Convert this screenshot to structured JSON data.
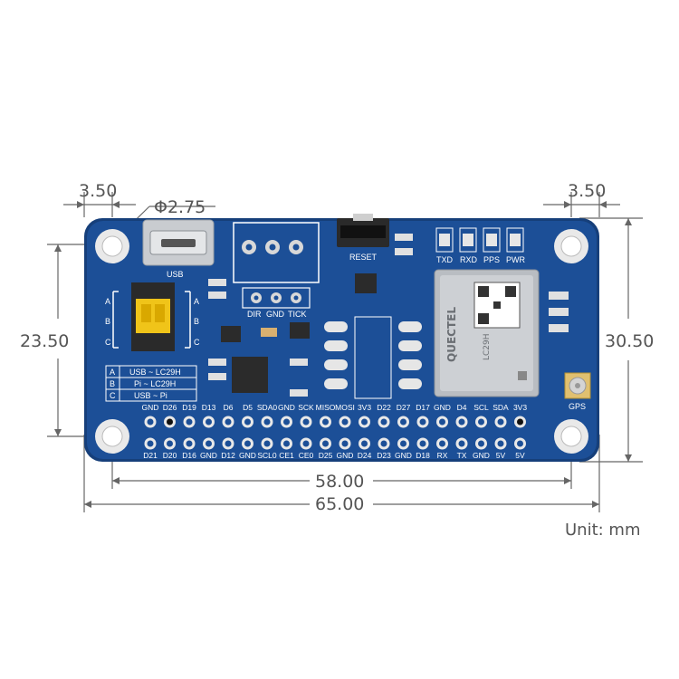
{
  "dimensions": {
    "top_left_offset": "3.50",
    "top_right_offset": "3.50",
    "hole_diameter": "Φ2.75",
    "left_height": "23.50",
    "right_height": "30.50",
    "inner_width": "58.00",
    "outer_width": "65.00"
  },
  "unit_label": "Unit: mm",
  "board": {
    "usb_label": "USB",
    "reset_label": "RESET",
    "header_labels": [
      "DIR",
      "GND",
      "TICK"
    ],
    "leds": [
      "TXD",
      "RXD",
      "PPS",
      "PWR"
    ],
    "gps_label": "GPS",
    "module_brand": "QUECTEL",
    "module_model": "LC29H",
    "switch_positions": [
      "A",
      "B",
      "C"
    ],
    "mode_table": [
      {
        "key": "A",
        "value": "USB ~ LC29H"
      },
      {
        "key": "B",
        "value": "Pi ~ LC29H"
      },
      {
        "key": "C",
        "value": "USB ~ Pi"
      }
    ],
    "top_pins": [
      "GND",
      "D26",
      "D19",
      "D13",
      "D6",
      "D5",
      "SDA0",
      "GND",
      "SCK",
      "MISO",
      "MOSI",
      "3V3",
      "D22",
      "D27",
      "D17",
      "GND",
      "D4",
      "SCL",
      "SDA",
      "3V3"
    ],
    "bottom_pins": [
      "D21",
      "D20",
      "D16",
      "GND",
      "D12",
      "GND",
      "SCL0",
      "CE1",
      "CE0",
      "D25",
      "GND",
      "D24",
      "D23",
      "GND",
      "D18",
      "RX",
      "TX",
      "GND",
      "5V",
      "5V"
    ]
  },
  "colors": {
    "pcb": "#1c4f97",
    "pcb_edge": "#163f7a",
    "silk": "#ffffff",
    "pad": "#d8d8d8",
    "dimension_line": "#666666",
    "switch": "#f0c419"
  }
}
